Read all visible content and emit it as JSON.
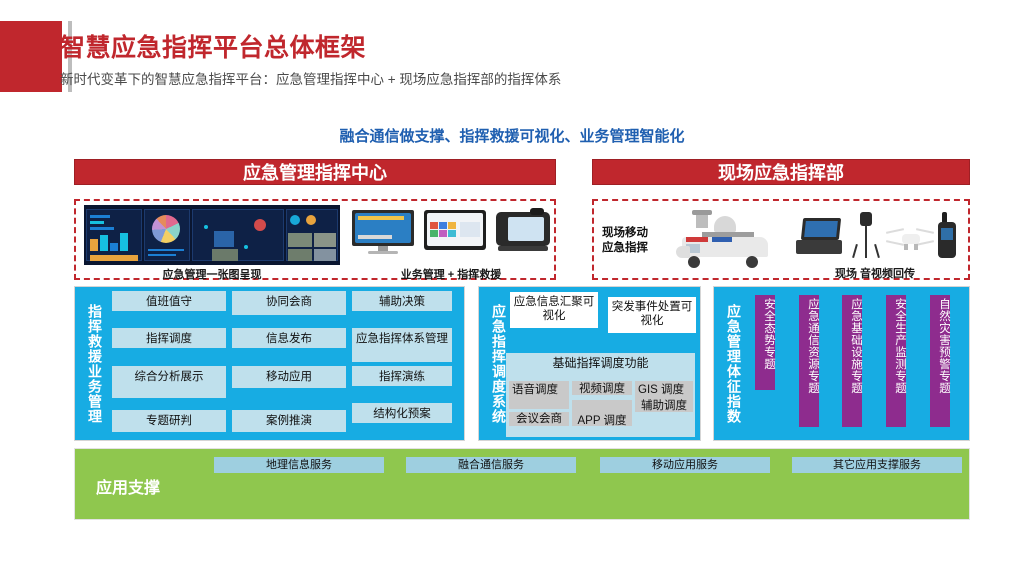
{
  "header": {
    "title": "智慧应急指挥平台总体框架",
    "subtitle": "新时代变革下的智慧应急指挥平台：应急管理指挥中心 + 现场应急指挥部的指挥体系",
    "accent_color": "#c0272d"
  },
  "tagline": "融合通信做支撑、指挥救援可视化、业务管理智能化",
  "sections": {
    "left_header": "应急管理指挥中心",
    "right_header": "现场应急指挥部"
  },
  "photos": {
    "dashboard_caption": "应急管理一张图呈现",
    "devices_caption": "业务管理 + 指挥救援",
    "field_label": "现场移动\n应急指挥",
    "field_label_line1": "现场移动",
    "field_label_line2": "应急指挥",
    "field_caption": "现场 音视频回传"
  },
  "panels": {
    "p1": {
      "vertical_label": "指挥救援业务管理",
      "cells": [
        {
          "label": "值班值守",
          "row": 0,
          "col": 0,
          "tone": "lt"
        },
        {
          "label": "协同会商",
          "row": 0,
          "col": 1,
          "tone": "lt"
        },
        {
          "label": "辅助决策",
          "row": 0,
          "col": 2,
          "tone": "lt"
        },
        {
          "label": "指挥调度",
          "row": 1,
          "col": 0,
          "tone": "lt"
        },
        {
          "label": "信息发布",
          "row": 1,
          "col": 1,
          "tone": "lt"
        },
        {
          "label": "应急指挥体系管理",
          "row": 1,
          "col": 2,
          "tone": "lt"
        },
        {
          "label": "综合分析展示",
          "row": 2,
          "col": 0,
          "tone": "lt"
        },
        {
          "label": "移动应用",
          "row": 2,
          "col": 1,
          "tone": "lt"
        },
        {
          "label": "指挥演练",
          "row": 2,
          "col": 2,
          "tone": "lt"
        },
        {
          "label": "专题研判",
          "row": 3,
          "col": 0,
          "tone": "lt"
        },
        {
          "label": "案例推演",
          "row": 3,
          "col": 1,
          "tone": "lt"
        },
        {
          "label": "结构化预案",
          "row": 3,
          "col": 2,
          "tone": "lt"
        }
      ]
    },
    "p2": {
      "vertical_label": "应急指挥调度系统",
      "top_cells": [
        {
          "label": "应急信息汇聚可视化"
        },
        {
          "label": "突发事件处置可视化"
        }
      ],
      "frame_title": "基础指挥调度功能",
      "sub_cells": [
        {
          "label": "语音调度"
        },
        {
          "label": "视频调度"
        },
        {
          "label": "GIS 调度"
        },
        {
          "label": "会议会商"
        },
        {
          "label": "APP 调度"
        },
        {
          "label": "辅助调度"
        }
      ]
    },
    "p3": {
      "vertical_label": "应急管理体征指数",
      "topics": [
        {
          "label": "安全态势专题"
        },
        {
          "label": "应急通信资源专题"
        },
        {
          "label": "应急基础设施专题"
        },
        {
          "label": "安全生产监测专题"
        },
        {
          "label": "自然灾害预警专题"
        }
      ],
      "topic_color": "#8e2c8e"
    }
  },
  "support": {
    "title": "应用支撑",
    "band_color": "#8fc74e",
    "services": [
      {
        "label": "地理信息服务"
      },
      {
        "label": "融合通信服务"
      },
      {
        "label": "移动应用服务"
      },
      {
        "label": "其它应用支撑服务"
      }
    ]
  }
}
